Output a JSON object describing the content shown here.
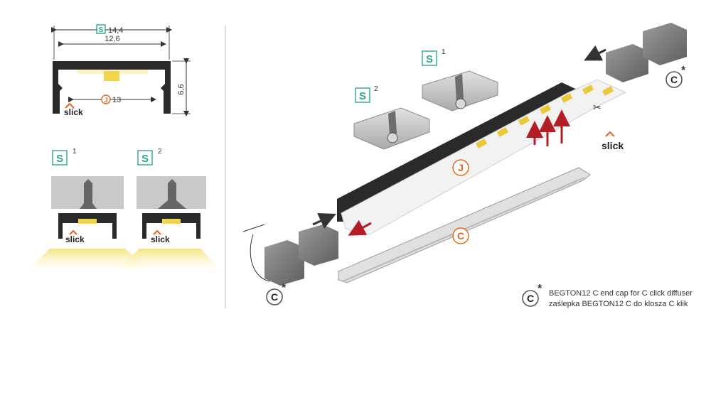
{
  "dimensions": {
    "overall_width": "14,4",
    "inner_width": "12,6",
    "height": "6,6",
    "led_width": "13"
  },
  "badges": {
    "s": "S",
    "j": "J",
    "c": "C",
    "sup1": "1",
    "sup2": "2",
    "asterisk": "*"
  },
  "brand": {
    "slick": "slick"
  },
  "legend": {
    "line1": "BEGTON12 C end cap for C click diffuser",
    "line2": "zaślepka BEGTON12 C do klosza C klik"
  },
  "colors": {
    "profile": "#2a2a2a",
    "bracket": "#c9c9c9",
    "led": "#f1d54a",
    "glow": "#fff3c4",
    "accent_green": "#2ca88a",
    "accent_orange": "#e2641d",
    "arrow_red": "#b31d24"
  }
}
